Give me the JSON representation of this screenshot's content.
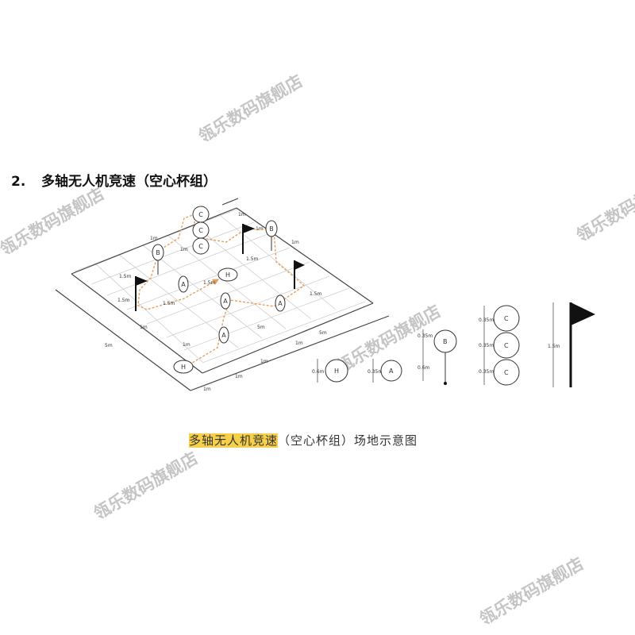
{
  "section": {
    "number": "2.",
    "title": "多轴无人机竞速（空心杯组）"
  },
  "caption": {
    "highlighted": "多轴无人机竞速",
    "rest": "（空心杯组）场地示意图"
  },
  "watermark": "瓴乐数码旗舰店",
  "field": {
    "gate_labels": {
      "C": "C",
      "B": "B",
      "A": "A",
      "H": "H"
    },
    "path_dims": [
      "1.5m",
      "1.5m",
      "1.5m",
      "1.5m",
      "1.5m",
      "1.5m"
    ],
    "grid_dims": [
      "1m",
      "1m",
      "1m",
      "1m",
      "1m",
      "1m",
      "1m",
      "1m",
      "1m",
      "5m",
      "5m",
      "1m",
      "1m"
    ],
    "dim_5m": "5m"
  },
  "legend": {
    "h_gate": {
      "label": "H",
      "dim": "0.6m"
    },
    "a_gate": {
      "label": "A",
      "dim": "0.35m"
    },
    "b_gate": {
      "label": "B",
      "dims": [
        "0.35m",
        "0.6m"
      ]
    },
    "c_gate": {
      "label": "C",
      "dims": [
        "0.35m",
        "0.35m",
        "0.35m"
      ]
    },
    "flag": {
      "dim": "1.5m"
    }
  }
}
